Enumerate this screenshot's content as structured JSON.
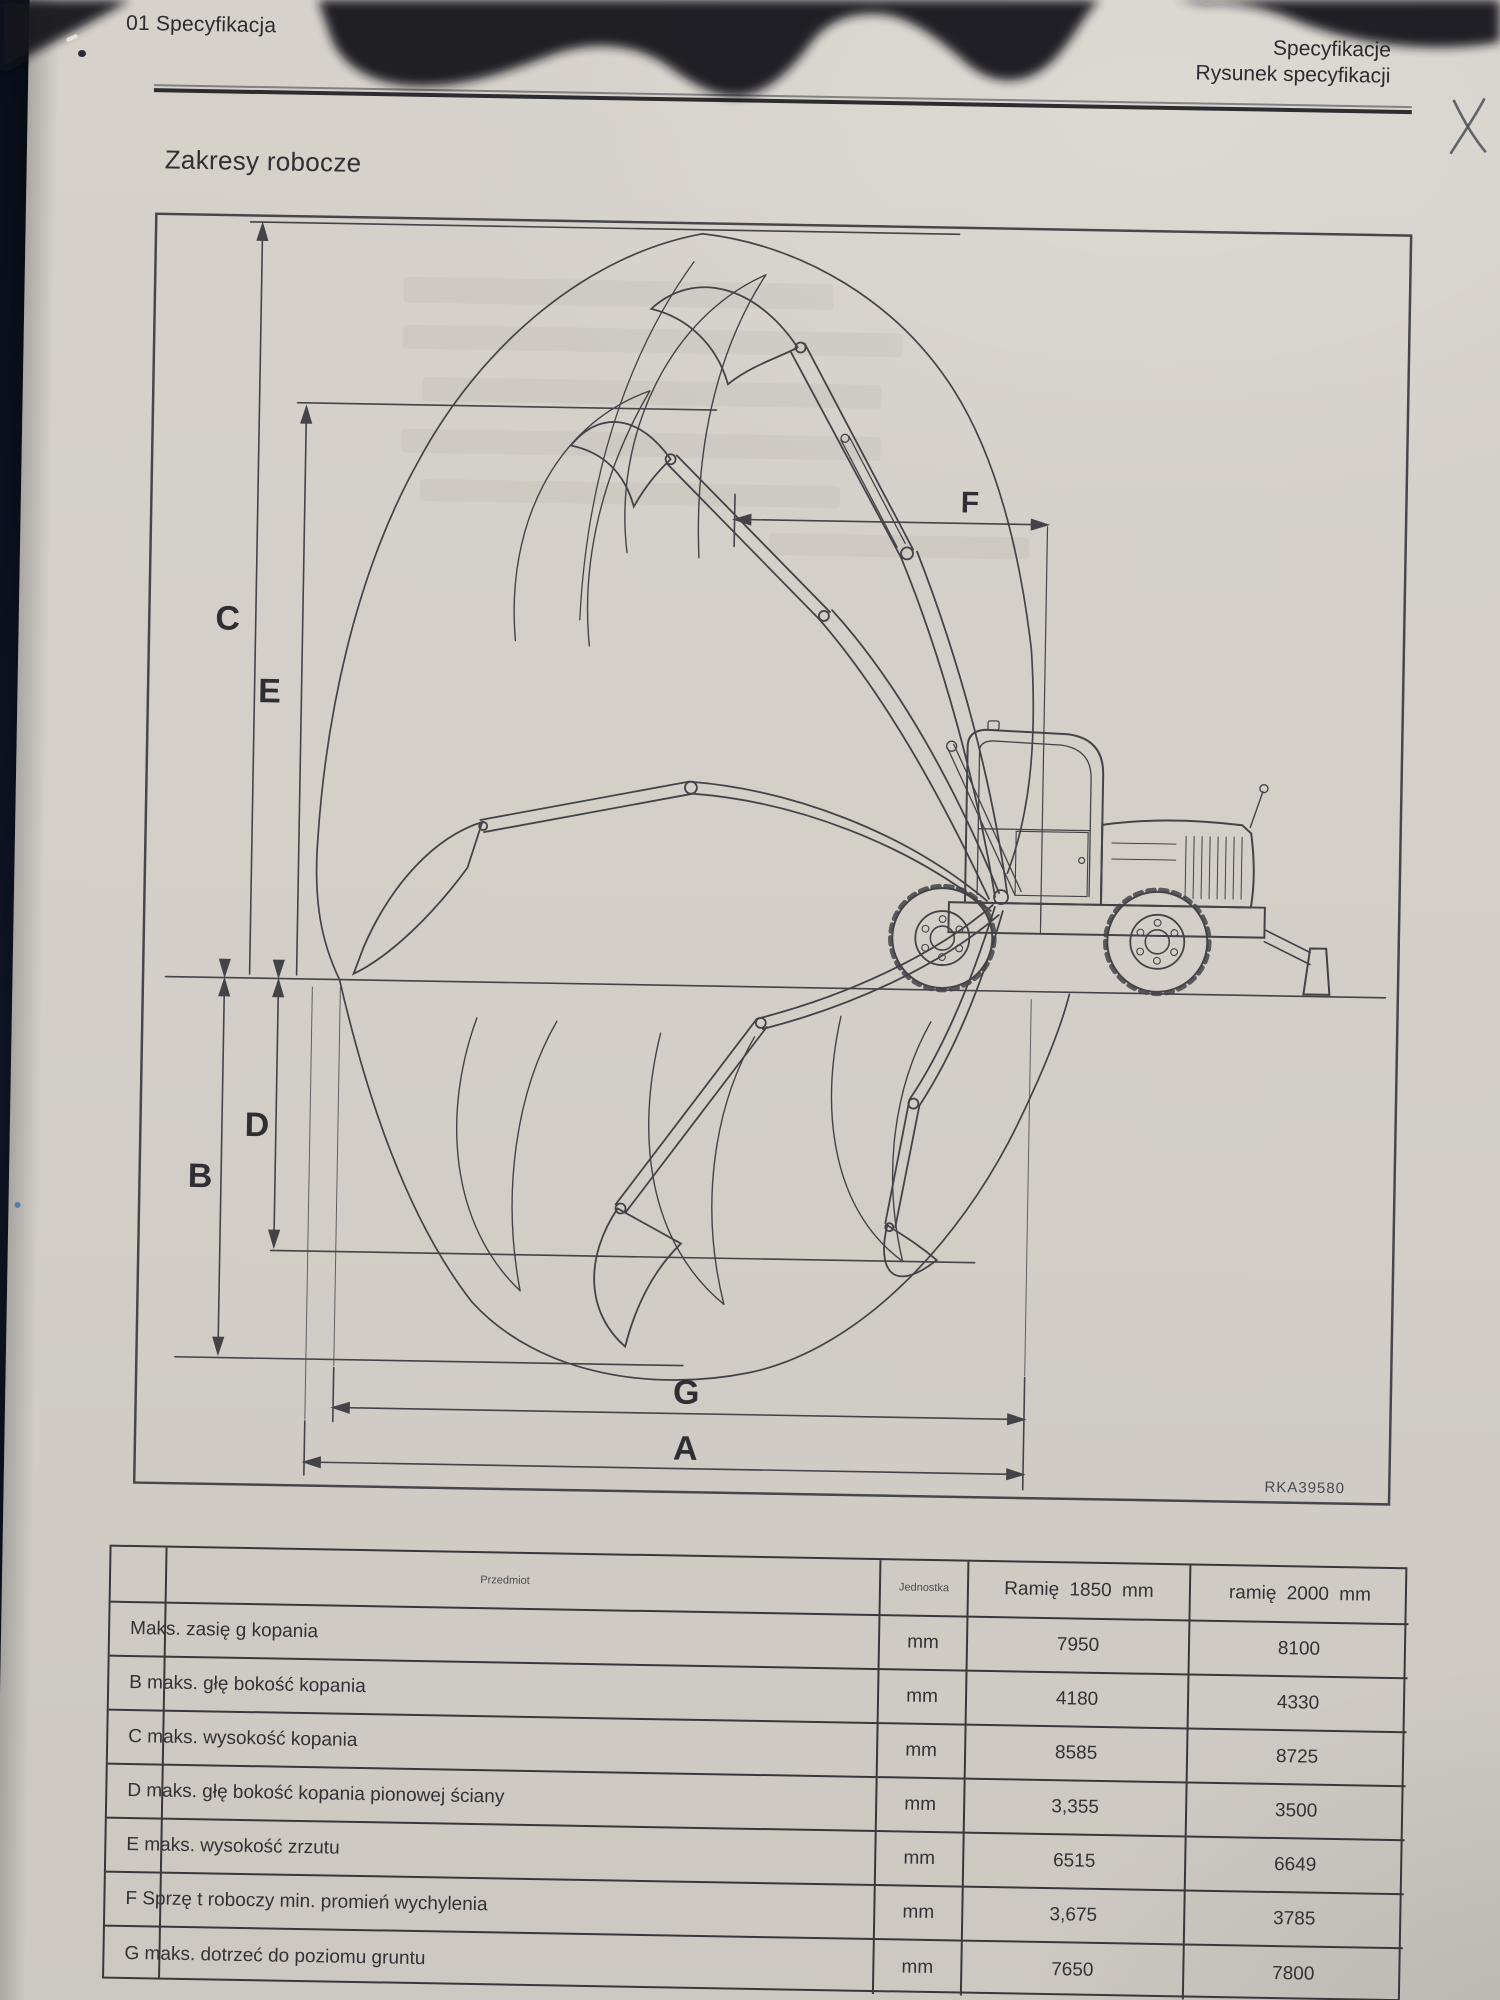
{
  "page": {
    "header_left": "01 Specyfikacja",
    "header_right_line1": "Specyfikacje",
    "header_right_line2": "Rysunek specyfikacji",
    "section_title": "Zakresy robocze",
    "handwritten_mark": "X"
  },
  "diagram": {
    "code": "RKA39580",
    "labels": {
      "a": "A",
      "b": "B",
      "c": "C",
      "d": "D",
      "e": "E",
      "f": "F",
      "g": "G"
    }
  },
  "table": {
    "col_item": "Przedmiot",
    "col_unit": "Jednostka",
    "col_arm1850": "Ramię 1850 mm",
    "col_arm2000": "ramię 2000 mm",
    "rows": [
      {
        "label": "Maks. zasię g kopania",
        "unit": "mm",
        "arm1850": "7950",
        "arm2000": "8100"
      },
      {
        "label": "B maks. głę bokość kopania",
        "unit": "mm",
        "arm1850": "4180",
        "arm2000": "4330"
      },
      {
        "label": "C maks. wysokość kopania",
        "unit": "mm",
        "arm1850": "8585",
        "arm2000": "8725"
      },
      {
        "label": "D maks. głę bokość kopania pionowej ściany",
        "unit": "mm",
        "arm1850": "3,355",
        "arm2000": "3500"
      },
      {
        "label": "E maks. wysokość zrzutu",
        "unit": "mm",
        "arm1850": "6515",
        "arm2000": "6649"
      },
      {
        "label": "F Sprzę t roboczy min. promień wychylenia",
        "unit": "mm",
        "arm1850": "3,675",
        "arm2000": "3785"
      },
      {
        "label": "G maks. dotrzeć do poziomu gruntu",
        "unit": "mm",
        "arm1850": "7650",
        "arm2000": "7800"
      }
    ]
  },
  "colors": {
    "paper": "#d3cfc8",
    "ink": "#313136",
    "line": "#3a3a3e",
    "backdrop": "#0c1322"
  }
}
